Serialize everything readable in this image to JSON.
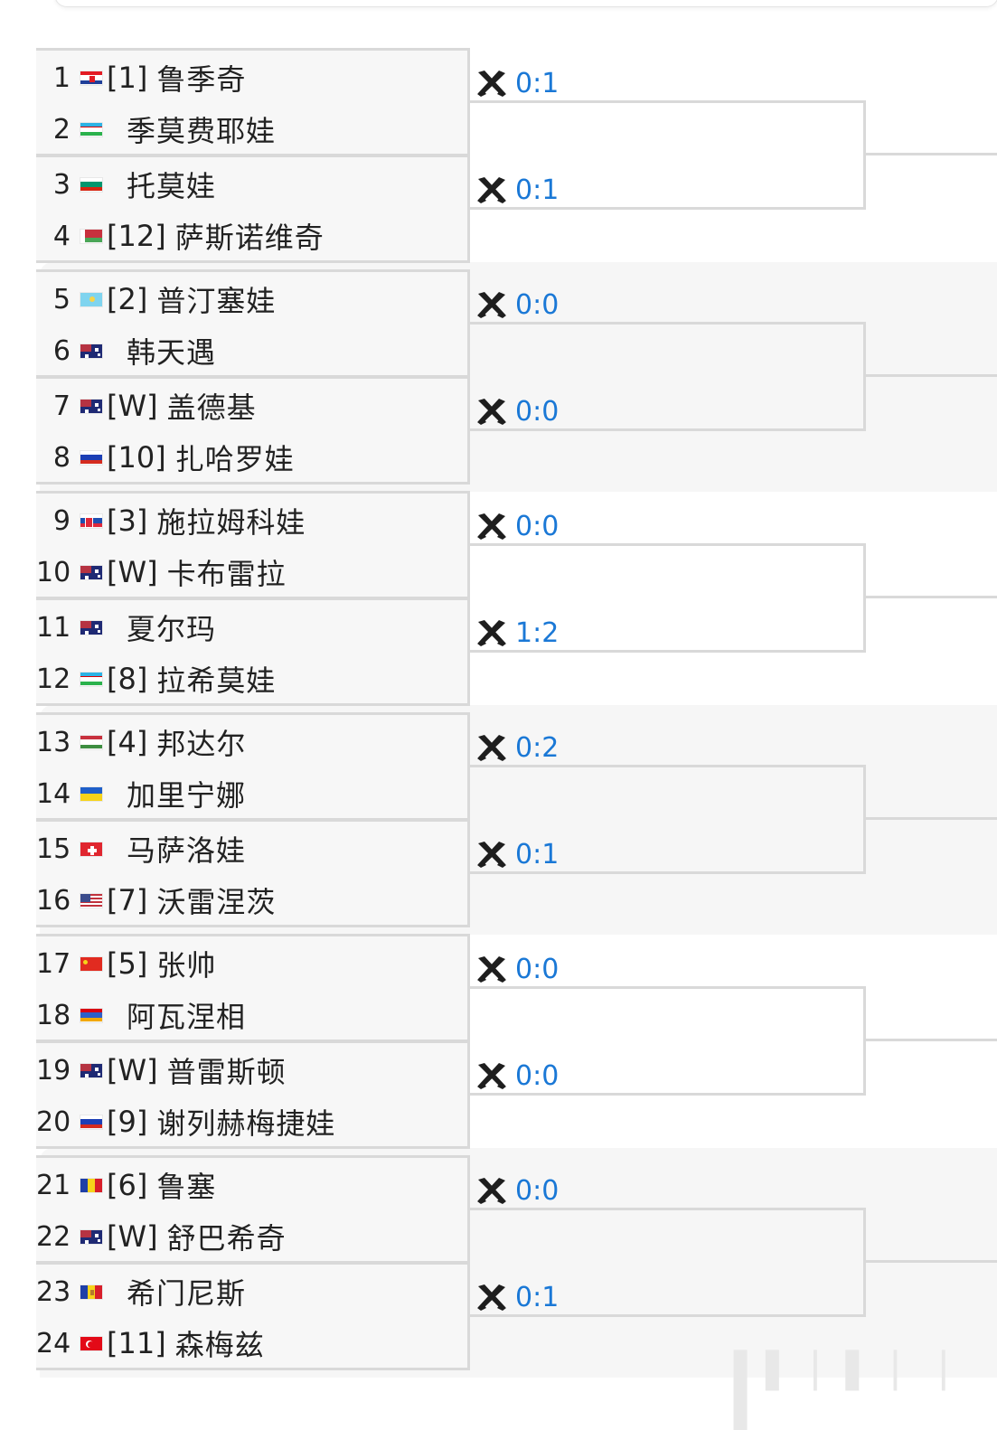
{
  "matches": [
    {
      "players": [
        {
          "num": "1",
          "flag": "croatia",
          "seed": "[1]",
          "name": "鲁季奇"
        },
        {
          "num": "2",
          "flag": "uzbekistan",
          "seed": "",
          "name": "季莫费耶娃"
        }
      ],
      "score": "0:1"
    },
    {
      "players": [
        {
          "num": "3",
          "flag": "bulgaria",
          "seed": "",
          "name": "托莫娃"
        },
        {
          "num": "4",
          "flag": "belarus",
          "seed": "[12]",
          "name": "萨斯诺维奇"
        }
      ],
      "score": "0:1"
    },
    {
      "players": [
        {
          "num": "5",
          "flag": "kazakhstan",
          "seed": "[2]",
          "name": "普汀塞娃"
        },
        {
          "num": "6",
          "flag": "australia",
          "seed": "",
          "name": "韩天遇"
        }
      ],
      "score": "0:0"
    },
    {
      "players": [
        {
          "num": "7",
          "flag": "australia",
          "seed": "[W]",
          "name": "盖德基"
        },
        {
          "num": "8",
          "flag": "russia",
          "seed": "[10]",
          "name": "扎哈罗娃"
        }
      ],
      "score": "0:0"
    },
    {
      "players": [
        {
          "num": "9",
          "flag": "slovakia",
          "seed": "[3]",
          "name": "施拉姆科娃"
        },
        {
          "num": "10",
          "flag": "australia",
          "seed": "[W]",
          "name": "卡布雷拉"
        }
      ],
      "score": "0:0"
    },
    {
      "players": [
        {
          "num": "11",
          "flag": "australia",
          "seed": "",
          "name": "夏尔玛"
        },
        {
          "num": "12",
          "flag": "uzbekistan",
          "seed": "[8]",
          "name": "拉希莫娃"
        }
      ],
      "score": "1:2"
    },
    {
      "players": [
        {
          "num": "13",
          "flag": "hungary",
          "seed": "[4]",
          "name": "邦达尔"
        },
        {
          "num": "14",
          "flag": "ukraine",
          "seed": "",
          "name": "加里宁娜"
        }
      ],
      "score": "0:2"
    },
    {
      "players": [
        {
          "num": "15",
          "flag": "switzerland",
          "seed": "",
          "name": "马萨洛娃"
        },
        {
          "num": "16",
          "flag": "usa",
          "seed": "[7]",
          "name": "沃雷涅茨"
        }
      ],
      "score": "0:1"
    },
    {
      "players": [
        {
          "num": "17",
          "flag": "china",
          "seed": "[5]",
          "name": "张帅"
        },
        {
          "num": "18",
          "flag": "armenia",
          "seed": "",
          "name": "阿瓦涅相"
        }
      ],
      "score": "0:0"
    },
    {
      "players": [
        {
          "num": "19",
          "flag": "australia",
          "seed": "[W]",
          "name": "普雷斯顿"
        },
        {
          "num": "20",
          "flag": "russia",
          "seed": "[9]",
          "name": "谢列赫梅捷娃"
        }
      ],
      "score": "0:0"
    },
    {
      "players": [
        {
          "num": "21",
          "flag": "romania",
          "seed": "[6]",
          "name": "鲁塞"
        },
        {
          "num": "22",
          "flag": "australia",
          "seed": "[W]",
          "name": "舒巴希奇"
        }
      ],
      "score": "0:0"
    },
    {
      "players": [
        {
          "num": "23",
          "flag": "andorra",
          "seed": "",
          "name": "希门尼斯"
        },
        {
          "num": "24",
          "flag": "turkey",
          "seed": "[11]",
          "name": "森梅兹"
        }
      ],
      "score": "0:1"
    }
  ],
  "colors": {
    "score": "#1a78d6",
    "line": "#d9d9d9",
    "band": "#f6f6f6"
  }
}
